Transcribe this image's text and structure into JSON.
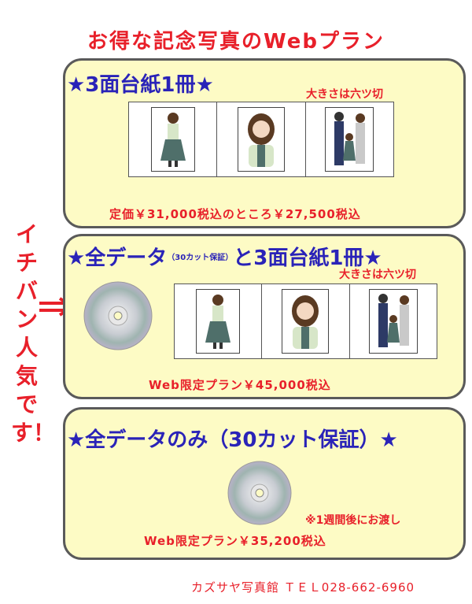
{
  "title": "お得な記念写真のWebプラン",
  "side_text": "イチバン人気です！",
  "plans": [
    {
      "heading": "★3面台紙1冊★",
      "size_note": "大きさは六ツ切",
      "price": "定価￥31,000税込のところ￥27,500税込"
    },
    {
      "heading_main": "★全データ",
      "heading_small": "（30カット保証）",
      "heading_end": "と3面台紙1冊★",
      "size_note": "大きさは六ツ切",
      "price": "Web限定プラン￥45,000税込"
    },
    {
      "heading": "★全データのみ（30カット保証）★",
      "note": "※1週間後にお渡し",
      "price": "Web限定プラン￥35,200税込"
    }
  ],
  "footer": "カズサヤ写真館 ＴＥＬ028-662-6960",
  "colors": {
    "red": "#e8202a",
    "blue": "#2a23b8",
    "panel": "#fdfbc5"
  }
}
